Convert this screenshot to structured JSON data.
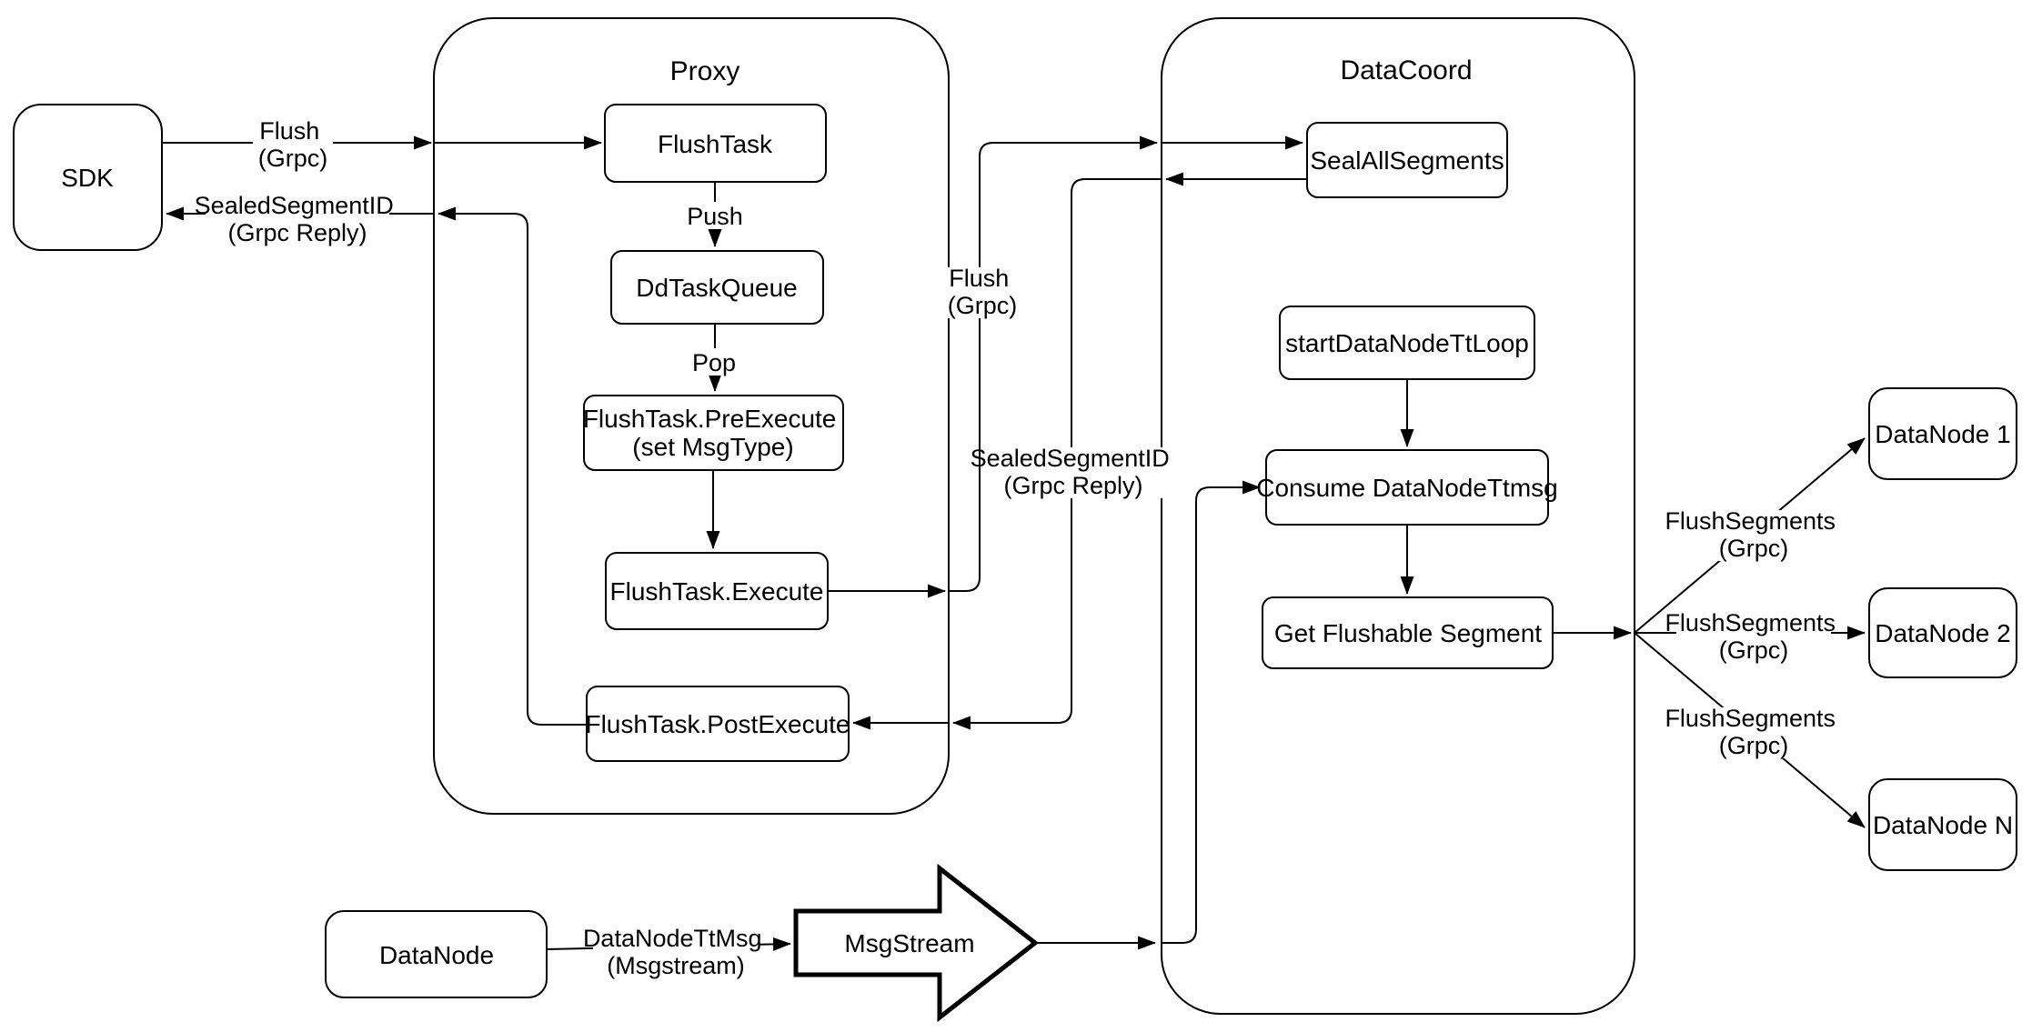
{
  "diagram": {
    "colors": {
      "stroke": "#000000",
      "background": "#ffffff"
    },
    "containers": {
      "proxy": "Proxy",
      "datacoord": "DataCoord"
    },
    "nodes": {
      "sdk": "SDK",
      "flush_task": "FlushTask",
      "dd_task_queue": "DdTaskQueue",
      "pre_execute_l1": "FlushTask.PreExecute",
      "pre_execute_l2": "(set MsgType)",
      "execute": "FlushTask.Execute",
      "post_execute": "FlushTask.PostExecute",
      "seal_all_segments": "SealAllSegments",
      "start_datanode_tt_loop": "startDataNodeTtLoop",
      "consume_datanode_ttmsg": "Consume DataNodeTtmsg",
      "get_flushable_segment": "Get Flushable Segment",
      "datanode_1": "DataNode 1",
      "datanode_2": "DataNode 2",
      "datanode_n": "DataNode N",
      "datanode_src": "DataNode",
      "msgstream": "MsgStream"
    },
    "edge_labels": {
      "flush_sdk": {
        "l1": "Flush",
        "l2": "(Grpc)"
      },
      "sealed_sdk": {
        "l1": "SealedSegmentID",
        "l2": "(Grpc Reply)"
      },
      "push": "Push",
      "pop": "Pop",
      "flush_mid": {
        "l1": "Flush",
        "l2": "(Grpc)"
      },
      "sealed_mid": {
        "l1": "SealedSegmentID",
        "l2": "(Grpc Reply)"
      },
      "datanode_ttmsg": {
        "l1": "DataNodeTtMsg",
        "l2": "(Msgstream)"
      },
      "flush_segments_1": {
        "l1": "FlushSegments",
        "l2": "(Grpc)"
      },
      "flush_segments_2": {
        "l1": "FlushSegments",
        "l2": "(Grpc)"
      },
      "flush_segments_3": {
        "l1": "FlushSegments",
        "l2": "(Grpc)"
      }
    }
  }
}
